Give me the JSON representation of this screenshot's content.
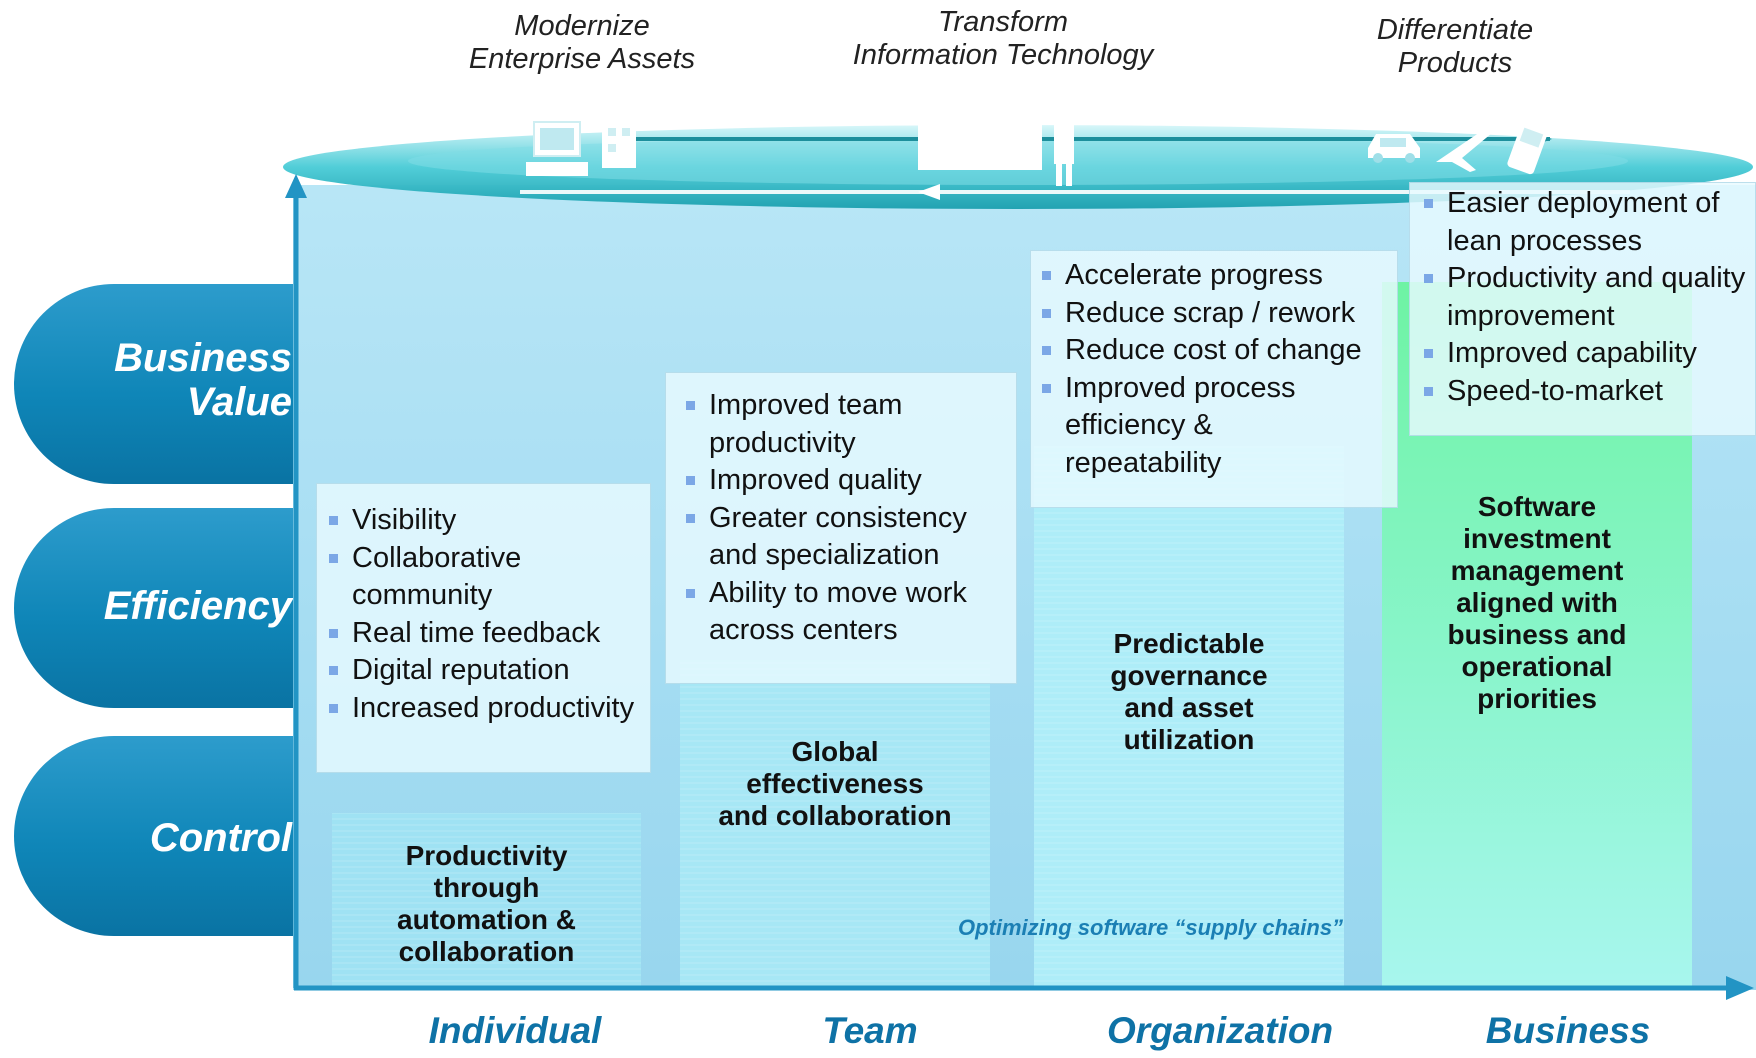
{
  "top_labels": {
    "modernize": "Modernize\nEnterprise Assets",
    "transform": "Transform\nInformation Technology",
    "differentiate": "Differentiate\nProducts"
  },
  "levels": {
    "business_value": "Business\nValue",
    "efficiency": "Efficiency",
    "control": "Control"
  },
  "columns": {
    "individual": {
      "title": "Productivity\nthrough\nautomation &\ncollaboration",
      "bullets": [
        "Visibility",
        "Collaborative community",
        "Real time feedback",
        "Digital reputation",
        "Increased productivity"
      ]
    },
    "team": {
      "title": "Global\neffectiveness\nand collaboration",
      "bullets": [
        "Improved team productivity",
        "Improved quality",
        "Greater consistency and specialization",
        "Ability to move work across centers"
      ]
    },
    "organization": {
      "title": "Predictable\ngovernance\nand asset\nutilization",
      "bullets": [
        "Accelerate progress",
        "Reduce scrap / rework",
        "Reduce cost of change",
        "Improved process efficiency & repeatability"
      ]
    },
    "business": {
      "title": "Software\ninvestment\nmanagement\naligned with\nbusiness and\noperational\npriorities",
      "bullets": [
        "Easier deployment of lean processes",
        "Productivity and quality improvement",
        "Improved capability",
        "Speed-to-market"
      ]
    }
  },
  "supply_chain_note": "Optimizing software “supply chains”",
  "axis": {
    "individual": "Individual",
    "team": "Team",
    "organization": "Organization",
    "business": "Business"
  },
  "icons": [
    "computer-icon",
    "building-icon",
    "person-icon",
    "car-icon",
    "airplane-icon",
    "phone-icon"
  ],
  "colors": {
    "accent_blue": "#0f86b8",
    "axis_label": "#0e72a6",
    "business_column": "#7cf0a8",
    "ring": "#2fc6d6"
  }
}
